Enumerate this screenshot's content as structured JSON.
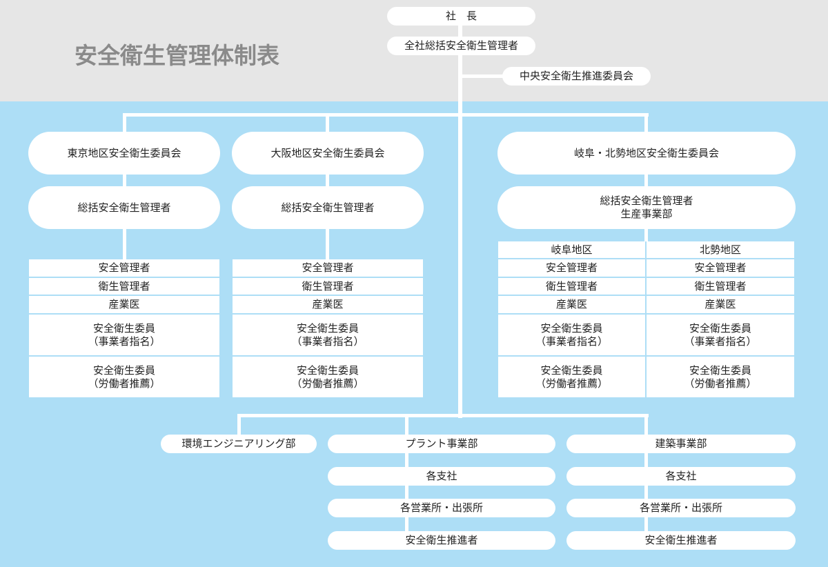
{
  "title": "安全衛生管理体制表",
  "colors": {
    "header_bg": "#e6e6e6",
    "body_bg": "#addef6",
    "box_bg": "#ffffff",
    "connector": "#ffffff",
    "title_text": "#8a8a8a",
    "box_text": "#222222"
  },
  "top": {
    "president": "社　長",
    "general_manager": "全社総括安全衛生管理者",
    "central_committee": "中央安全衛生推進委員会"
  },
  "regions": [
    {
      "committee": "東京地区安全衛生委員会",
      "manager": "総括安全衛生管理者",
      "roles": [
        {
          "line1": "安全管理者"
        },
        {
          "line1": "衛生管理者"
        },
        {
          "line1": "産業医"
        },
        {
          "line1": "安全衛生委員",
          "line2": "（事業者指名）"
        },
        {
          "line1": "安全衛生委員",
          "line2": "（労働者推薦）"
        }
      ]
    },
    {
      "committee": "大阪地区安全衛生委員会",
      "manager": "総括安全衛生管理者",
      "roles": [
        {
          "line1": "安全管理者"
        },
        {
          "line1": "衛生管理者"
        },
        {
          "line1": "産業医"
        },
        {
          "line1": "安全衛生委員",
          "line2": "（事業者指名）"
        },
        {
          "line1": "安全衛生委員",
          "line2": "（労働者推薦）"
        }
      ]
    },
    {
      "committee": "岐阜・北勢地区安全衛生委員会",
      "manager_line1": "総括安全衛生管理者",
      "manager_line2": "生産事業部",
      "subregions": [
        {
          "name": "岐阜地区",
          "roles": [
            {
              "line1": "安全管理者"
            },
            {
              "line1": "衛生管理者"
            },
            {
              "line1": "産業医"
            },
            {
              "line1": "安全衛生委員",
              "line2": "（事業者指名）"
            },
            {
              "line1": "安全衛生委員",
              "line2": "（労働者推薦）"
            }
          ]
        },
        {
          "name": "北勢地区",
          "roles": [
            {
              "line1": "安全管理者"
            },
            {
              "line1": "衛生管理者"
            },
            {
              "line1": "産業医"
            },
            {
              "line1": "安全衛生委員",
              "line2": "（事業者指名）"
            },
            {
              "line1": "安全衛生委員",
              "line2": "（労働者推薦）"
            }
          ]
        }
      ]
    }
  ],
  "divisions": [
    {
      "name": "環境エンジニアリング部"
    },
    {
      "name": "プラント事業部",
      "chain": [
        "各支社",
        "各営業所・出張所",
        "安全衛生推進者"
      ]
    },
    {
      "name": "建築事業部",
      "chain": [
        "各支社",
        "各営業所・出張所",
        "安全衛生推進者"
      ]
    }
  ]
}
